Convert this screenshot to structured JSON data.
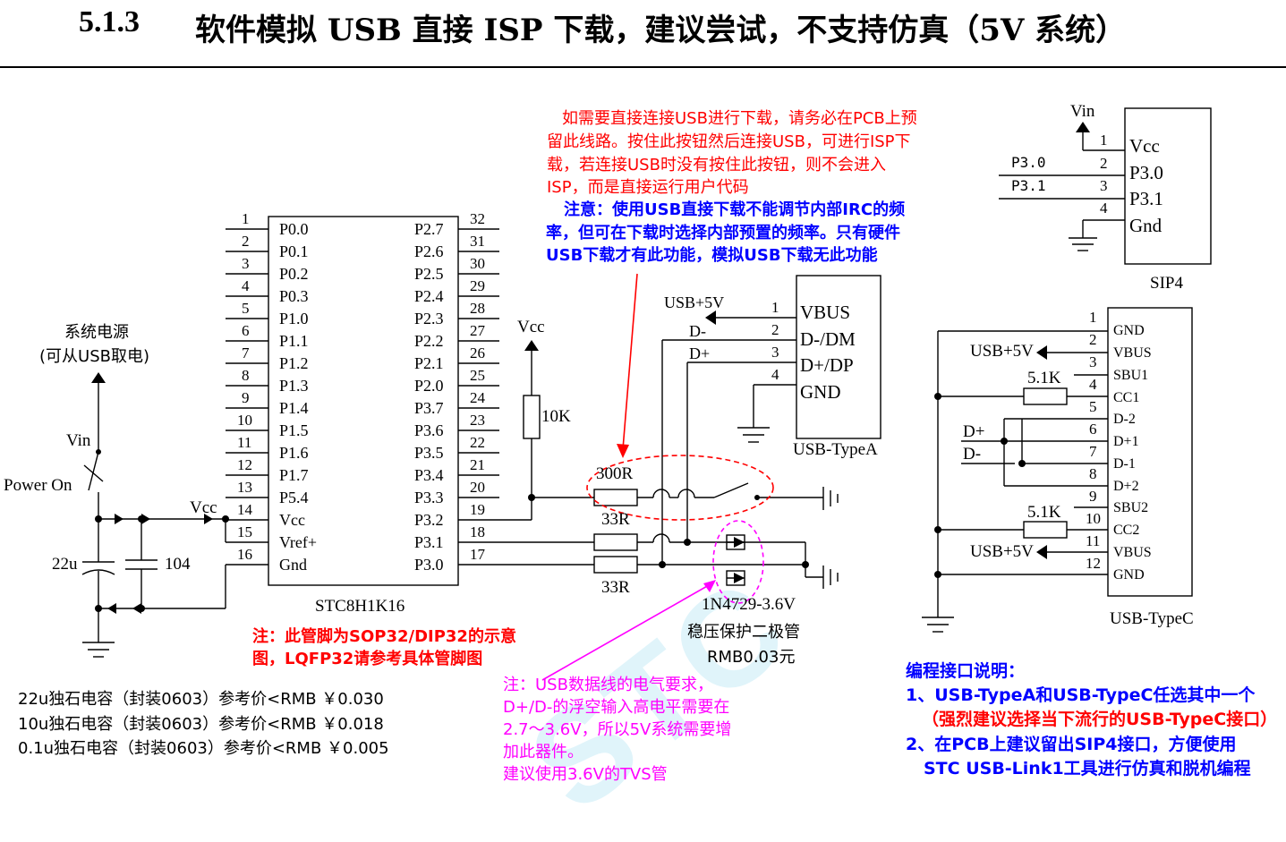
{
  "title": {
    "number": "5.1.3",
    "text": "软件模拟 USB 直接 ISP 下载，建议尝试，不支持仿真（5V 系统）"
  },
  "watermark": "STC",
  "mcu": {
    "name": "STC8H1K16",
    "left_pins": [
      {
        "num": "1",
        "label": "P0.0"
      },
      {
        "num": "2",
        "label": "P0.1"
      },
      {
        "num": "3",
        "label": "P0.2"
      },
      {
        "num": "4",
        "label": "P0.3"
      },
      {
        "num": "5",
        "label": "P1.0"
      },
      {
        "num": "6",
        "label": "P1.1"
      },
      {
        "num": "7",
        "label": "P1.2"
      },
      {
        "num": "8",
        "label": "P1.3"
      },
      {
        "num": "9",
        "label": "P1.4"
      },
      {
        "num": "10",
        "label": "P1.5"
      },
      {
        "num": "11",
        "label": "P1.6"
      },
      {
        "num": "12",
        "label": "P1.7"
      },
      {
        "num": "13",
        "label": "P5.4"
      },
      {
        "num": "14",
        "label": "Vcc"
      },
      {
        "num": "15",
        "label": "Vref+"
      },
      {
        "num": "16",
        "label": "Gnd"
      }
    ],
    "right_pins": [
      {
        "num": "32",
        "label": "P2.7"
      },
      {
        "num": "31",
        "label": "P2.6"
      },
      {
        "num": "30",
        "label": "P2.5"
      },
      {
        "num": "29",
        "label": "P2.4"
      },
      {
        "num": "28",
        "label": "P2.3"
      },
      {
        "num": "27",
        "label": "P2.2"
      },
      {
        "num": "26",
        "label": "P2.1"
      },
      {
        "num": "25",
        "label": "P2.0"
      },
      {
        "num": "24",
        "label": "P3.7"
      },
      {
        "num": "23",
        "label": "P3.6"
      },
      {
        "num": "22",
        "label": "P3.5"
      },
      {
        "num": "21",
        "label": "P3.4"
      },
      {
        "num": "20",
        "label": "P3.3"
      },
      {
        "num": "19",
        "label": "P3.2"
      },
      {
        "num": "18",
        "label": "P3.1"
      },
      {
        "num": "17",
        "label": "P3.0"
      }
    ]
  },
  "power": {
    "source_line1": "系统电源",
    "source_line2": "(可从USB取电)",
    "vin": "Vin",
    "power_on": "Power On",
    "vcc": "Vcc",
    "cap1": "22u",
    "cap2": "104"
  },
  "pullup": {
    "vcc": "Vcc",
    "resistor": "10K"
  },
  "resistors": {
    "r1": "300R",
    "r2": "33R",
    "r3": "33R"
  },
  "diode": {
    "part": "1N4729-3.6V",
    "desc": "稳压保护二极管",
    "price": "RMB0.03元"
  },
  "usb_a": {
    "name": "USB-TypeA",
    "pins": [
      {
        "num": "1",
        "label": "VBUS",
        "net": "USB+5V"
      },
      {
        "num": "2",
        "label": "D-/DM",
        "net": "D-"
      },
      {
        "num": "3",
        "label": "D+/DP",
        "net": "D+"
      },
      {
        "num": "4",
        "label": "GND",
        "net": ""
      }
    ]
  },
  "sip4": {
    "name": "SIP4",
    "vin": "Vin",
    "pins": [
      {
        "num": "1",
        "label": "Vcc",
        "net": ""
      },
      {
        "num": "2",
        "label": "P3.0",
        "net": "P3.0"
      },
      {
        "num": "3",
        "label": "P3.1",
        "net": "P3.1"
      },
      {
        "num": "4",
        "label": "Gnd",
        "net": ""
      }
    ]
  },
  "usb_c": {
    "name": "USB-TypeC",
    "pins": [
      {
        "num": "1",
        "label": "GND"
      },
      {
        "num": "2",
        "label": "VBUS"
      },
      {
        "num": "3",
        "label": "SBU1"
      },
      {
        "num": "4",
        "label": "CC1"
      },
      {
        "num": "5",
        "label": "D-2"
      },
      {
        "num": "6",
        "label": "D+1"
      },
      {
        "num": "7",
        "label": "D-1"
      },
      {
        "num": "8",
        "label": "D+2"
      },
      {
        "num": "9",
        "label": "SBU2"
      },
      {
        "num": "10",
        "label": "CC2"
      },
      {
        "num": "11",
        "label": "VBUS"
      },
      {
        "num": "12",
        "label": "GND"
      }
    ],
    "r_cc1": "5.1K",
    "r_cc2": "5.1K",
    "vbus_net1": "USB+5V",
    "vbus_net2": "USB+5V",
    "dplus": "D+",
    "dminus": "D-"
  },
  "notes": {
    "red_top": [
      "如需要直接连接USB进行下载，请务必在PCB上预",
      "留此线路。按住此按钮然后连接USB，可进行ISP下",
      "载，若连接USB时没有按住此按钮，则不会进入",
      "ISP，而是直接运行用户代码"
    ],
    "blue_top": [
      "注意：使用USB直接下载不能调节内部IRC的频",
      "率，但可在下载时选择内部预置的频率。只有硬件",
      "USB下载才有此功能，模拟USB下载无此功能"
    ],
    "red_pin": [
      "注：此管脚为SOP32/DIP32的示意",
      "图，LQFP32请参考具体管脚图"
    ],
    "magenta": [
      "注：USB数据线的电气要求，",
      "D+/D-的浮空输入高电平需要在",
      "2.7～3.6V，所以5V系统需要增",
      "加此器件。",
      "建议使用3.6V的TVS管"
    ],
    "prices": [
      "22u独石电容（封装0603）参考价<RMB ￥0.030",
      "10u独石电容（封装0603）参考价<RMB ￥0.018",
      "0.1u独石电容（封装0603）参考价<RMB ￥0.005"
    ],
    "prog_title": "编程接口说明：",
    "prog1": "1、USB-TypeA和USB-TypeC任选其中一个",
    "prog1_red": "（强烈建议选择当下流行的USB-TypeC接口）",
    "prog2": "2、在PCB上建议留出SIP4接口，方便使用",
    "prog2b": "STC USB-Link1工具进行仿真和脱机编程"
  }
}
